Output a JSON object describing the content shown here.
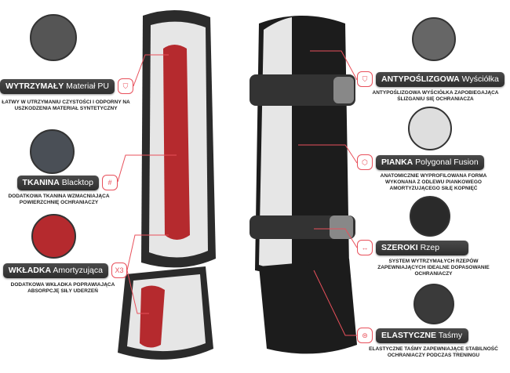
{
  "accent": "#e8505b",
  "features": [
    {
      "bold": "WYTRZYMAŁY",
      "rest": " Materiał PU",
      "desc": "Łatwy w utrzymaniu czystości i odporny na uszkodzenia materiał syntetyczny",
      "icon": "shield-icon",
      "swatch": "#555555"
    },
    {
      "bold": "TKANINA",
      "rest": " Blacktop",
      "desc": "Dodatkowa tkanina wzmacniająca powierzchnię ochraniaczy",
      "icon": "fabric-grid-icon",
      "swatch": "#4a4f56"
    },
    {
      "bold": "WKŁADKA",
      "rest": " Amortyzująca",
      "desc": "Dodatkowa wkładka poprawiająca absorpcję siły uderzeń",
      "icon": "x3-shield-icon",
      "icon_text": "X3",
      "swatch": "#b52a2e"
    },
    {
      "bold": "ANTYPOŚLIZGOWA",
      "rest": " Wyściółka",
      "desc": "Antypoślizgowa wyściółka zapobiegająca ślizganiu się ochraniacza",
      "icon": "shield-icon",
      "swatch": "#666666"
    },
    {
      "bold": "PIANKA",
      "rest": " Polygonal Fusion",
      "desc": "Anatomicznie wyprofilowana forma wykonana z odlewu piankowego amortyzującego siłę kopnięć",
      "icon": "polygon-ball-icon",
      "swatch": "#dedede"
    },
    {
      "bold": "SZEROKI",
      "rest": " Rzep",
      "desc": "System wytrzymałych rzepów zapewniających idealne dopasowanie ochraniaczy",
      "icon": "width-arrows-icon",
      "swatch": "#2a2a2a"
    },
    {
      "bold": "ELASTYCZNE",
      "rest": " Taśmy",
      "desc": "Elastyczne taśmy zapewniające stabilność ochraniaczy podczas treningu",
      "icon": "elastic-band-icon",
      "swatch": "#3a3a3a"
    }
  ]
}
